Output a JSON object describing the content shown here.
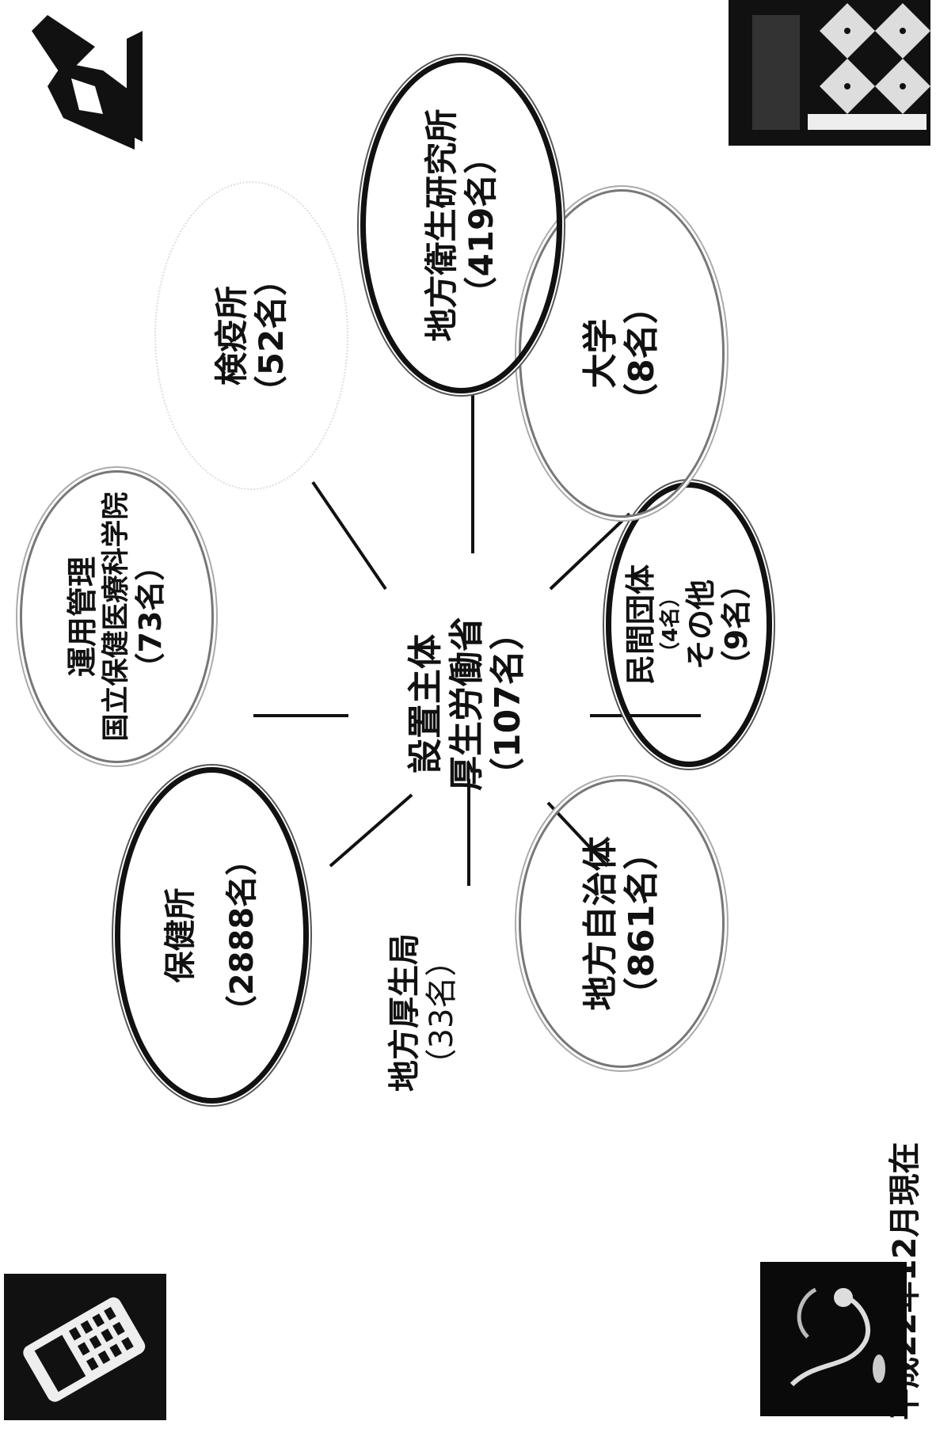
{
  "center": {
    "line1": "設置主体",
    "line2": "厚生労働省",
    "line3": "（107名）"
  },
  "nodes": {
    "hokenjo": {
      "name": "保健所",
      "count": "（2888名）"
    },
    "chiho_kosei": {
      "name": "地方厚生局",
      "count": "（33名）"
    },
    "jichitai": {
      "name": "地方自治体",
      "count": "（861名）"
    },
    "minkan": {
      "name": "民間団体",
      "count1": "（4名）",
      "name2": "その他",
      "count2": "（9名）"
    },
    "daigaku": {
      "name": "大学",
      "count": "（8名）"
    },
    "chiho_eisei": {
      "name": "地方衛生研究所",
      "count": "（419名）"
    },
    "kenekijo": {
      "name": "検疫所",
      "count": "（52名）"
    },
    "kokuritsu": {
      "line1": "運用管理",
      "line2": "国立保健医療科学院",
      "line3": "（73名）"
    }
  },
  "date_note": "平成22年12月現在",
  "icons": [
    "phone-photo",
    "stethoscope-photo",
    "bedding-photo",
    "device-photo"
  ]
}
